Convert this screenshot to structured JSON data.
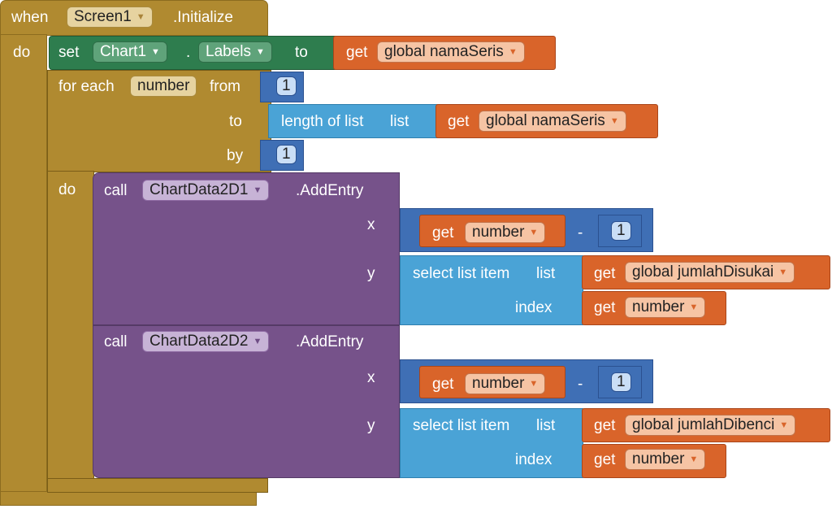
{
  "event": {
    "when": "when",
    "component": "Screen1",
    "event_name": ".Initialize",
    "do": "do"
  },
  "set_stmt": {
    "set": "set",
    "component": "Chart1",
    "dot": ".",
    "property": "Labels",
    "to": "to",
    "get": "get",
    "variable": "global namaSeris"
  },
  "for_each": {
    "label": "for each",
    "var_name": "number",
    "from": "from",
    "from_value": "1",
    "to": "to",
    "length_of_list": "length of list",
    "list": "list",
    "get": "get",
    "list_var": "global namaSeris",
    "by": "by",
    "by_value": "1",
    "do": "do"
  },
  "call1": {
    "call": "call",
    "component": "ChartData2D1",
    "method": ".AddEntry",
    "x": "x",
    "get": "get",
    "x_var": "number",
    "minus": "-",
    "minus_value": "1",
    "y": "y",
    "select": "select list item",
    "list": "list",
    "list_var": "global jumlahDisukai",
    "index": "index",
    "index_var": "number"
  },
  "call2": {
    "call": "call",
    "component": "ChartData2D2",
    "method": ".AddEntry",
    "x": "x",
    "get": "get",
    "x_var": "number",
    "minus": "-",
    "minus_value": "1",
    "y": "y",
    "select": "select list item",
    "list": "list",
    "list_var": "global jumlahDibenci",
    "index": "index",
    "index_var": "number"
  },
  "dropdown_arrow": "▼",
  "colors": {
    "event": "#b08a30",
    "component": "#2e7d4e",
    "procedure": "#76528a",
    "lists": "#4aa3d6",
    "math": "#3f6fb5",
    "variables": "#d9642a"
  }
}
